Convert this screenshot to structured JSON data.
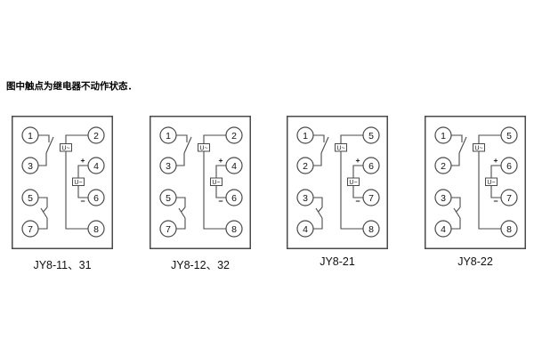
{
  "note": "图中触点为继电器不动作状态．",
  "panels": [
    {
      "label": "JY8-11、31",
      "left": [
        "1",
        "3",
        "5",
        "7"
      ],
      "right": [
        "2",
        "4",
        "6",
        "8"
      ]
    },
    {
      "label": "JY8-12、32",
      "left": [
        "1",
        "3",
        "5",
        "7"
      ],
      "right": [
        "2",
        "4",
        "6",
        "8"
      ]
    },
    {
      "label": "JY8-21",
      "left": [
        "1",
        "2",
        "3",
        "4"
      ],
      "right": [
        "5",
        "6",
        "7",
        "8"
      ]
    },
    {
      "label": "JY8-22",
      "left": [
        "1",
        "2",
        "3",
        "4"
      ],
      "right": [
        "5",
        "6",
        "7",
        "8"
      ]
    }
  ],
  "components": {
    "ac_coil_label": "U~",
    "dc_coil_label": "U−",
    "plus": "+",
    "minus": "−"
  },
  "colors": {
    "line": "#4a4a4a",
    "frame": "#4a4a4a",
    "text": "#000000",
    "background": "#ffffff"
  }
}
